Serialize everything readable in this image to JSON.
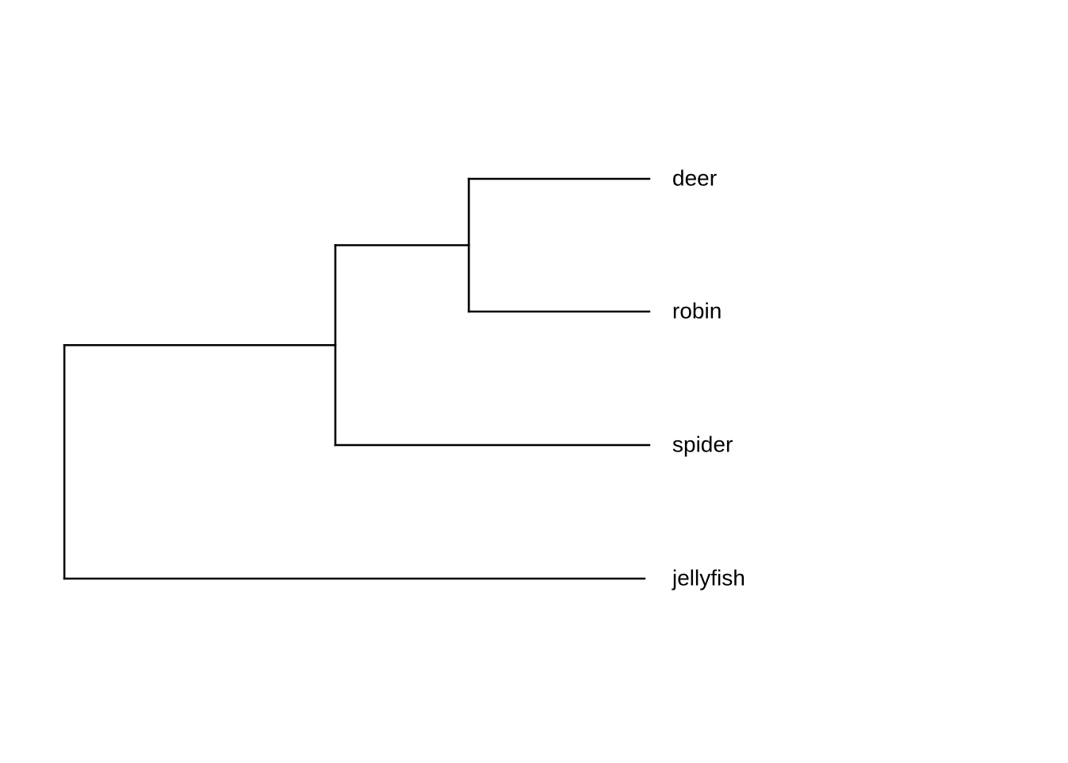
{
  "tree": {
    "style": {
      "line_color": "#000000",
      "label_color": "#000000",
      "background": "#ffffff"
    },
    "tips": [
      {
        "id": "deer",
        "label": "deer"
      },
      {
        "id": "robin",
        "label": "robin"
      },
      {
        "id": "spider",
        "label": "spider"
      },
      {
        "id": "jellyfish",
        "label": "jellyfish"
      }
    ],
    "topology": {
      "children": [
        {
          "children": [
            {
              "children": [
                {
                  "tip": "deer"
                },
                {
                  "tip": "robin"
                }
              ]
            },
            {
              "tip": "spider"
            }
          ]
        },
        {
          "tip": "jellyfish"
        }
      ]
    }
  }
}
